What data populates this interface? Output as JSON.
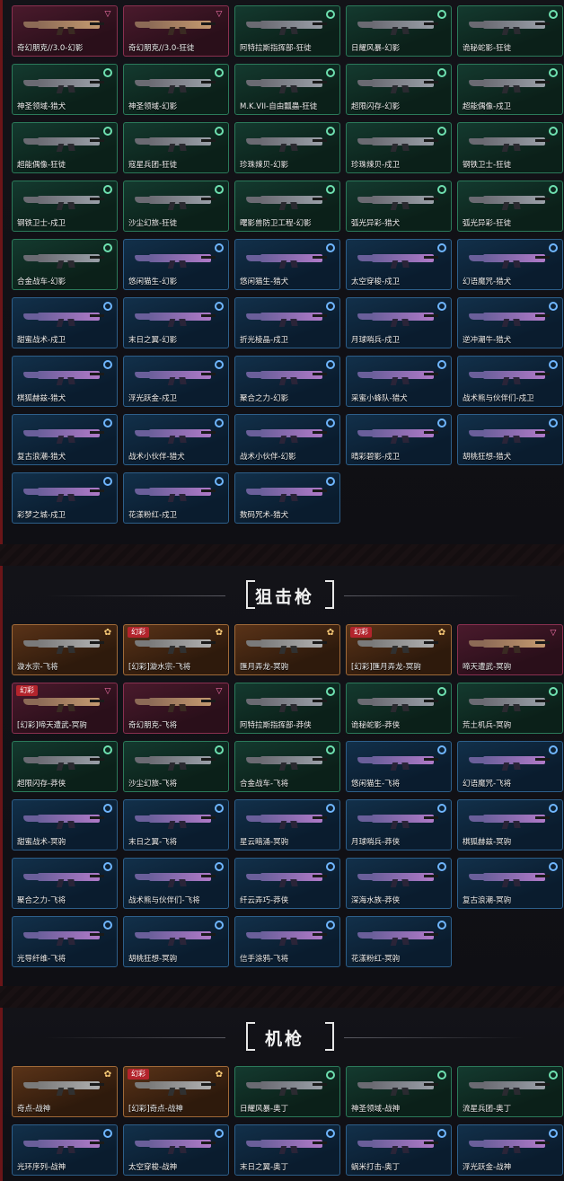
{
  "sections": {
    "rifles": {
      "items": [
        {
          "label": "奇幻朋克//3.0-幻影",
          "tier": "pink",
          "icon": "triangle-icon"
        },
        {
          "label": "奇幻朋克//3.0-狂徒",
          "tier": "pink",
          "icon": "triangle-icon"
        },
        {
          "label": "阿特拉斯指挥部-狂徒",
          "tier": "green",
          "icon": "ring-icon"
        },
        {
          "label": "日耀风暴-幻影",
          "tier": "green",
          "icon": "ring-icon"
        },
        {
          "label": "诡秘蛇影-狂徒",
          "tier": "green",
          "icon": "ring-icon"
        },
        {
          "label": "神圣领域-猎犬",
          "tier": "green",
          "icon": "ring-icon"
        },
        {
          "label": "神圣领域-幻影",
          "tier": "green",
          "icon": "ring-icon"
        },
        {
          "label": "M.K.VII-自由瓢蟲-狂徒",
          "tier": "green",
          "icon": "ring-icon"
        },
        {
          "label": "超限闪存-幻影",
          "tier": "green",
          "icon": "ring-icon"
        },
        {
          "label": "超能偶像-戍卫",
          "tier": "green",
          "icon": "ring-icon"
        },
        {
          "label": "超能偶像-狂徒",
          "tier": "green",
          "icon": "ring-icon"
        },
        {
          "label": "寇星兵团-狂徒",
          "tier": "green",
          "icon": "ring-icon"
        },
        {
          "label": "珍珠辣贝-幻影",
          "tier": "green",
          "icon": "ring-icon"
        },
        {
          "label": "珍珠辣贝-戍卫",
          "tier": "green",
          "icon": "ring-icon"
        },
        {
          "label": "钢铁卫士-狂徒",
          "tier": "green",
          "icon": "ring-icon"
        },
        {
          "label": "钢铁卫士-戍卫",
          "tier": "green",
          "icon": "ring-icon"
        },
        {
          "label": "沙尘幻旅-狂徒",
          "tier": "green",
          "icon": "ring-icon"
        },
        {
          "label": "曙影兽防卫工程-幻影",
          "tier": "green",
          "icon": "ring-icon"
        },
        {
          "label": "弧光异彩-猎犬",
          "tier": "green",
          "icon": "ring-icon"
        },
        {
          "label": "弧光异彩-狂徒",
          "tier": "green",
          "icon": "ring-icon"
        },
        {
          "label": "合金战车-幻影",
          "tier": "green",
          "icon": "ring-icon"
        },
        {
          "label": "悠闲猫生-幻影",
          "tier": "blue",
          "icon": "ring-icon"
        },
        {
          "label": "悠闲猫生-猎犬",
          "tier": "blue",
          "icon": "ring-icon"
        },
        {
          "label": "太空穿梭-戍卫",
          "tier": "blue",
          "icon": "ring-icon"
        },
        {
          "label": "幻语魔咒-猎犬",
          "tier": "blue",
          "icon": "ring-icon"
        },
        {
          "label": "甜蜜战术-戍卫",
          "tier": "blue",
          "icon": "ring-icon"
        },
        {
          "label": "末日之翼-幻影",
          "tier": "blue",
          "icon": "ring-icon"
        },
        {
          "label": "折光棱晶-戍卫",
          "tier": "blue",
          "icon": "ring-icon"
        },
        {
          "label": "月球哨兵-戍卫",
          "tier": "blue",
          "icon": "ring-icon"
        },
        {
          "label": "逆冲潮牛-猎犬",
          "tier": "blue",
          "icon": "ring-icon"
        },
        {
          "label": "棋狐赫兹-猎犬",
          "tier": "blue",
          "icon": "ring-icon"
        },
        {
          "label": "浮光跃金-戍卫",
          "tier": "blue",
          "icon": "ring-icon"
        },
        {
          "label": "聚合之力-幻影",
          "tier": "blue",
          "icon": "ring-icon"
        },
        {
          "label": "采蜜小蜂队-猎犬",
          "tier": "blue",
          "icon": "ring-icon"
        },
        {
          "label": "战术熊与伙伴们-戍卫",
          "tier": "blue",
          "icon": "ring-icon"
        },
        {
          "label": "复古浪潮-猎犬",
          "tier": "blue",
          "icon": "ring-icon"
        },
        {
          "label": "战术小伙伴-猎犬",
          "tier": "blue",
          "icon": "ring-icon"
        },
        {
          "label": "战术小伙伴-幻影",
          "tier": "blue",
          "icon": "ring-icon"
        },
        {
          "label": "晴彩碧影-戍卫",
          "tier": "blue",
          "icon": "ring-icon"
        },
        {
          "label": "胡桃狂想-猎犬",
          "tier": "blue",
          "icon": "ring-icon"
        },
        {
          "label": "彩梦之城-戍卫",
          "tier": "blue",
          "icon": "ring-icon"
        },
        {
          "label": "花漾粉红-戍卫",
          "tier": "blue",
          "icon": "ring-icon"
        },
        {
          "label": "数码咒术-猎犬",
          "tier": "blue",
          "icon": "ring-icon"
        }
      ]
    },
    "snipers": {
      "title": "狙击枪",
      "items": [
        {
          "label": "漩水宗-飞将",
          "tier": "orange",
          "icon": "flower-icon",
          "badge": ""
        },
        {
          "label": "[幻彩]漩水宗-飞将",
          "tier": "orange",
          "icon": "flower-icon",
          "badge": "幻彩"
        },
        {
          "label": "匯月弄龙-冥驹",
          "tier": "orange",
          "icon": "flower-icon",
          "badge": ""
        },
        {
          "label": "[幻彩]匯月弄龙-冥驹",
          "tier": "orange",
          "icon": "flower-icon",
          "badge": "幻彩"
        },
        {
          "label": "啼天遭武-冥驹",
          "tier": "pink",
          "icon": "triangle-icon",
          "badge": ""
        },
        {
          "label": "[幻彩]啼天遭武-冥驹",
          "tier": "pink",
          "icon": "triangle-icon",
          "badge": "幻彩"
        },
        {
          "label": "奇幻朋克-飞将",
          "tier": "pink",
          "icon": "triangle-icon",
          "badge": ""
        },
        {
          "label": "阿特拉斯指挥部-莽侠",
          "tier": "green",
          "icon": "ring-icon",
          "badge": ""
        },
        {
          "label": "诡秘蛇影-莽侠",
          "tier": "green",
          "icon": "ring-icon",
          "badge": ""
        },
        {
          "label": "荒土机兵-冥驹",
          "tier": "green",
          "icon": "ring-icon",
          "badge": ""
        },
        {
          "label": "超限闪存-莽侠",
          "tier": "green",
          "icon": "ring-icon",
          "badge": ""
        },
        {
          "label": "沙尘幻旅-飞将",
          "tier": "green",
          "icon": "ring-icon",
          "badge": ""
        },
        {
          "label": "合金战车-飞将",
          "tier": "green",
          "icon": "ring-icon",
          "badge": ""
        },
        {
          "label": "悠闲猫生-飞将",
          "tier": "blue",
          "icon": "ring-icon",
          "badge": ""
        },
        {
          "label": "幻语魔咒-飞将",
          "tier": "blue",
          "icon": "ring-icon",
          "badge": ""
        },
        {
          "label": "甜蜜战术-冥驹",
          "tier": "blue",
          "icon": "ring-icon",
          "badge": ""
        },
        {
          "label": "末日之翼-飞将",
          "tier": "blue",
          "icon": "ring-icon",
          "badge": ""
        },
        {
          "label": "星云暗涌-冥驹",
          "tier": "blue",
          "icon": "ring-icon",
          "badge": ""
        },
        {
          "label": "月球哨兵-莽侠",
          "tier": "blue",
          "icon": "ring-icon",
          "badge": ""
        },
        {
          "label": "棋狐赫兹-冥驹",
          "tier": "blue",
          "icon": "ring-icon",
          "badge": ""
        },
        {
          "label": "聚合之力-飞将",
          "tier": "blue",
          "icon": "ring-icon",
          "badge": ""
        },
        {
          "label": "战术熊与伙伴们-飞将",
          "tier": "blue",
          "icon": "ring-icon",
          "badge": ""
        },
        {
          "label": "纤云弄巧-莽侠",
          "tier": "blue",
          "icon": "ring-icon",
          "badge": ""
        },
        {
          "label": "深海水族-莽侠",
          "tier": "blue",
          "icon": "ring-icon",
          "badge": ""
        },
        {
          "label": "复古浪潮-冥驹",
          "tier": "blue",
          "icon": "ring-icon",
          "badge": ""
        },
        {
          "label": "光导纤维-飞将",
          "tier": "blue",
          "icon": "ring-icon",
          "badge": ""
        },
        {
          "label": "胡桃狂想-冥驹",
          "tier": "blue",
          "icon": "ring-icon",
          "badge": ""
        },
        {
          "label": "信手涂鸦-飞将",
          "tier": "blue",
          "icon": "ring-icon",
          "badge": ""
        },
        {
          "label": "花漾粉红-冥驹",
          "tier": "blue",
          "icon": "ring-icon",
          "badge": ""
        }
      ]
    },
    "machineguns": {
      "title": "机枪",
      "items": [
        {
          "label": "奇点-战神",
          "tier": "orange",
          "icon": "flower-icon",
          "badge": ""
        },
        {
          "label": "[幻彩]奇点-战神",
          "tier": "orange",
          "icon": "flower-icon",
          "badge": "幻彩"
        },
        {
          "label": "日耀风暴-奥丁",
          "tier": "green",
          "icon": "ring-icon",
          "badge": ""
        },
        {
          "label": "神圣领域-战神",
          "tier": "green",
          "icon": "ring-icon",
          "badge": ""
        },
        {
          "label": "流星兵团-奥丁",
          "tier": "green",
          "icon": "ring-icon",
          "badge": ""
        },
        {
          "label": "光环序列-战神",
          "tier": "blue",
          "icon": "ring-icon",
          "badge": ""
        },
        {
          "label": "太空穿梭-战神",
          "tier": "blue",
          "icon": "ring-icon",
          "badge": ""
        },
        {
          "label": "末日之翼-奥丁",
          "tier": "blue",
          "icon": "ring-icon",
          "badge": ""
        },
        {
          "label": "蜗米打击-奥丁",
          "tier": "blue",
          "icon": "ring-icon",
          "badge": ""
        },
        {
          "label": "浮光跃金-战神",
          "tier": "blue",
          "icon": "ring-icon",
          "badge": ""
        }
      ]
    }
  },
  "palette": {
    "pink": "#8a3050",
    "green": "#2b7a5a",
    "blue": "#2d5f8a",
    "orange": "#a06a38",
    "accent_red": "#b3242c"
  }
}
